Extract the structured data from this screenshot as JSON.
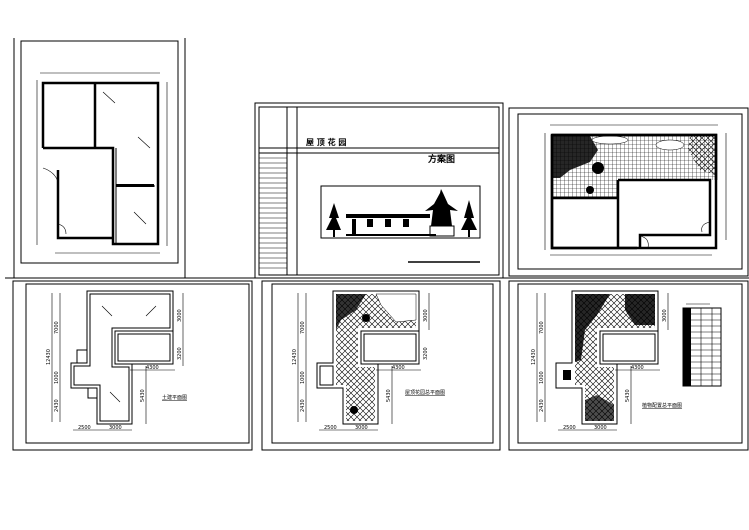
{
  "cover": {
    "project_title": "屋 顶 花 园",
    "drawing_type": "方案图"
  },
  "plans": {
    "civil": {
      "label": "土建平面图",
      "dims": {
        "total": "12430",
        "upper": "7000",
        "middle": "1000",
        "lower": "2430",
        "right_top": "3000",
        "right_mid": "3200",
        "building_width": "4300",
        "lower_height": "5430",
        "bottom_left": "2500",
        "bottom_right": "3000"
      }
    },
    "garden": {
      "label": "屋顶花园总平面图",
      "dims": {
        "total": "12430",
        "upper": "7000",
        "middle": "1000",
        "lower": "2430",
        "right_top": "3000",
        "right_mid": "3200",
        "building_width": "4300",
        "lower_height": "5430",
        "bottom_left": "2500",
        "bottom_right": "3000"
      }
    },
    "planting": {
      "label": "植物配置总平面图",
      "dims": {
        "total": "12430",
        "upper": "7000",
        "middle": "1000",
        "lower": "2430",
        "right_top": "3000",
        "building_width": "4300",
        "lower_height": "5430",
        "bottom_left": "2500",
        "bottom_right": "3000"
      }
    }
  }
}
